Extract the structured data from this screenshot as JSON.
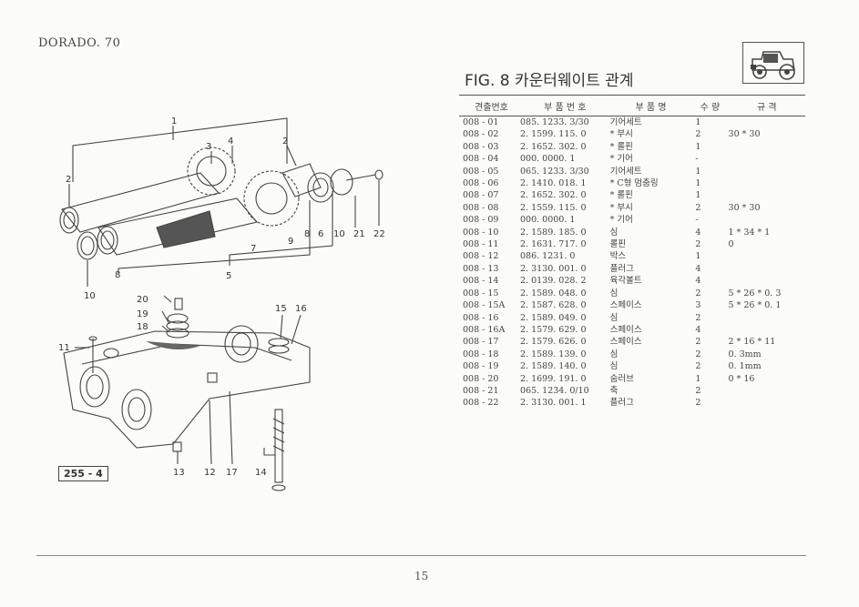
{
  "header": {
    "model": "DORADO. 70",
    "fig_title": "FIG. 8 카운터웨이트 관계",
    "ref_code": "255 - 4"
  },
  "table": {
    "columns": [
      "견출번호",
      "부 품 번 호",
      "부 품 명",
      "수 량",
      "규 격"
    ],
    "rows": [
      [
        "008 - 01",
        "085. 1233. 3/30",
        "기어세트",
        "1",
        ""
      ],
      [
        "008 - 02",
        "2. 1599. 115. 0",
        "* 부시",
        "2",
        "30 * 30"
      ],
      [
        "008 - 03",
        "2. 1652. 302. 0",
        "* 롤핀",
        "1",
        ""
      ],
      [
        "008 - 04",
        "000. 0000. 1",
        "* 기어",
        "-",
        ""
      ],
      [
        "008 - 05",
        "065. 1233. 3/30",
        "기어세트",
        "1",
        ""
      ],
      [
        "008 - 06",
        "2. 1410. 018. 1",
        "* C형 멈춤링",
        "1",
        ""
      ],
      [
        "008 - 07",
        "2. 1652. 302. 0",
        "* 롤핀",
        "1",
        ""
      ],
      [
        "008 - 08",
        "2. 1559. 115. 0",
        "* 부시",
        "2",
        "30 * 30"
      ],
      [
        "008 - 09",
        "000. 0000. 1",
        "* 기어",
        "-",
        ""
      ],
      [
        "008 - 10",
        "2. 1589. 185. 0",
        "심",
        "4",
        "1 * 34 * 1"
      ],
      [
        "008 - 11",
        "2. 1631. 717. 0",
        "롤핀",
        "2",
        "0"
      ],
      [
        "008 - 12",
        "086. 1231. 0",
        "박스",
        "1",
        ""
      ],
      [
        "008 - 13",
        "2. 3130. 001. 0",
        "플러그",
        "4",
        ""
      ],
      [
        "008 - 14",
        "2. 0139. 028. 2",
        "육각볼트",
        "4",
        ""
      ],
      [
        "008 - 15",
        "2. 1589. 048. 0",
        "심",
        "2",
        "5 * 26 * 0. 3"
      ],
      [
        "008 - 15A",
        "2. 1587. 628. 0",
        "스페이스",
        "3",
        "5 * 26 * 0. 1"
      ],
      [
        "008 - 16",
        "2. 1589. 049. 0",
        "심",
        "2",
        ""
      ],
      [
        "008 - 16A",
        "2. 1579. 629. 0",
        "스페이스",
        "4",
        ""
      ],
      [
        "008 - 17",
        "2. 1579. 626. 0",
        "스페이스",
        "2",
        "2 * 16 * 11"
      ],
      [
        "008 - 18",
        "2. 1589. 139. 0",
        "심",
        "2",
        "0. 3mm"
      ],
      [
        "008 - 19",
        "2. 1589. 140. 0",
        "심",
        "2",
        "0. 1mm"
      ],
      [
        "008 - 20",
        "2. 1699. 191. 0",
        "숨러브",
        "1",
        "0 * 16"
      ],
      [
        "008 - 21",
        "065. 1234. 0/10",
        "축",
        "2",
        ""
      ],
      [
        "008 - 22",
        "2. 3130. 001. 1",
        "플러그",
        "2",
        ""
      ]
    ]
  },
  "callouts": [
    "1",
    "2",
    "3",
    "4",
    "2",
    "7",
    "9",
    "8",
    "6",
    "10",
    "21",
    "22",
    "8",
    "5",
    "10",
    "20",
    "19",
    "18",
    "11",
    "15",
    "16",
    "13",
    "12",
    "17",
    "14"
  ],
  "page_number": "15",
  "colors": {
    "ink": "#3a3a3a",
    "paper": "#fbfbf9",
    "rule": "#555555"
  }
}
